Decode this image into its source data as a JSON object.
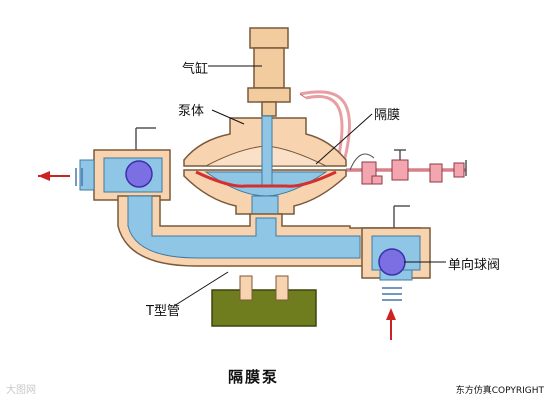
{
  "diagram": {
    "title": "隔膜泵",
    "labels": {
      "cylinder": "气缸",
      "pump_body": "泵体",
      "diaphragm": "隔膜",
      "check_ball_valve": "单向球阀",
      "t_pipe": "T型管"
    },
    "copyright": "东方仿真COPYRIGHT",
    "watermark": "大图网"
  },
  "colors": {
    "casing": "#f7d3b0",
    "outline": "#7a5a3a",
    "fluid": "#8fc6e6",
    "ball": "#7b6fe3",
    "diaphragm": "#d43030",
    "base": "#6f7d1f",
    "cylinder": "#f2cc9e",
    "arrow": "#cc2222",
    "air_line": "#e89ea3"
  }
}
